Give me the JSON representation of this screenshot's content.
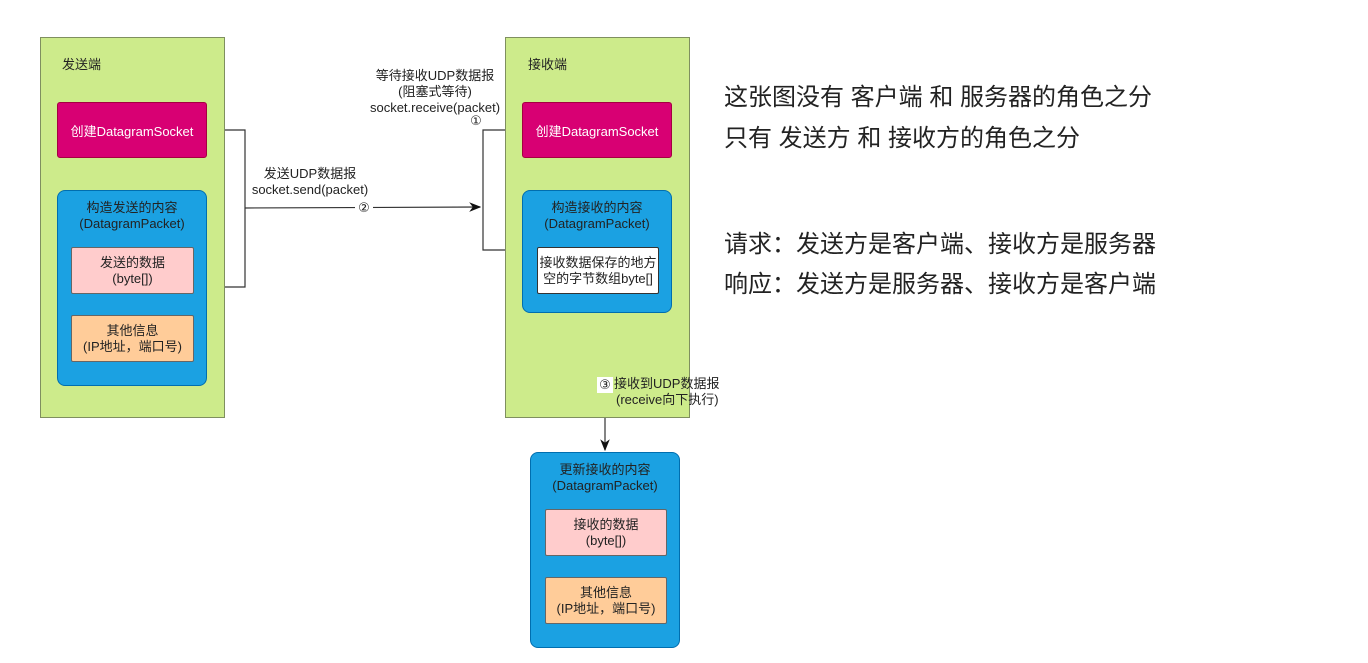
{
  "sender": {
    "title": "发送端",
    "socket_label": "创建DatagramSocket",
    "packet": {
      "title_line1": "构造发送的内容",
      "title_line2": "(DatagramPacket)",
      "data_line1": "发送的数据",
      "data_line2": "(byte[])",
      "info_line1": "其他信息",
      "info_line2": "(IP地址，端口号)"
    }
  },
  "receiver": {
    "title": "接收端",
    "socket_label": "创建DatagramSocket",
    "packet": {
      "title_line1": "构造接收的内容",
      "title_line2": "(DatagramPacket)",
      "buffer_line1": "接收数据保存的地方",
      "buffer_line2": "空的字节数组byte[]"
    }
  },
  "updated_packet": {
    "title_line1": "更新接收的内容",
    "title_line2": "(DatagramPacket)",
    "data_line1": "接收的数据",
    "data_line2": "(byte[])",
    "info_line1": "其他信息",
    "info_line2": "(IP地址，端口号)"
  },
  "edges": {
    "receive_wait": {
      "line1": "等待接收UDP数据报",
      "line2": "(阻塞式等待)",
      "line3": "socket.receive(packet)",
      "step": "①"
    },
    "send": {
      "line1": "发送UDP数据报",
      "line2": "socket.send(packet)",
      "step": "②"
    },
    "received": {
      "step": "③",
      "line1": "接收到UDP数据报",
      "line2": "(receive向下执行)"
    }
  },
  "notes": {
    "line1": "这张图没有 客户端 和 服务器的角色之分",
    "line2": "只有 发送方 和 接收方的角色之分",
    "line3": "请求：发送方是客户端、接收方是服务器",
    "line4": "响应：发送方是服务器、接收方是客户端"
  }
}
